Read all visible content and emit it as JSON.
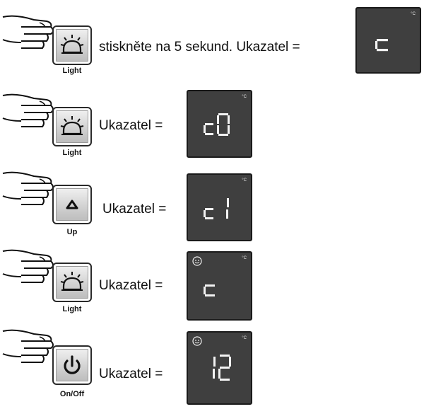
{
  "steps": [
    {
      "button": {
        "label": "Light",
        "icon": "light-icon"
      },
      "instruction": "stiskněte na 5 sekund. Ukazatel =",
      "display": {
        "readout": "c",
        "unit": "°C",
        "smiley": false
      }
    },
    {
      "button": {
        "label": "Light",
        "icon": "light-icon"
      },
      "instruction": "Ukazatel =",
      "display": {
        "readout": "c0",
        "unit": "°C",
        "smiley": false
      }
    },
    {
      "button": {
        "label": "Up",
        "icon": "up-arrow-icon"
      },
      "instruction": "Ukazatel =",
      "display": {
        "readout": "c1",
        "unit": "°C",
        "smiley": false
      }
    },
    {
      "button": {
        "label": "Light",
        "icon": "light-icon"
      },
      "instruction": "Ukazatel =",
      "display": {
        "readout": "c",
        "unit": "°C",
        "smiley": true
      }
    },
    {
      "button": {
        "label": "On/Off",
        "icon": "power-icon"
      },
      "instruction": "Ukazatel =",
      "display": {
        "readout": "12",
        "unit": "°C",
        "smiley": true
      }
    }
  ],
  "colors": {
    "display_bg": "#3f3f3f",
    "segment": "#f2f2f2",
    "button_face": "#d2d2d2"
  }
}
